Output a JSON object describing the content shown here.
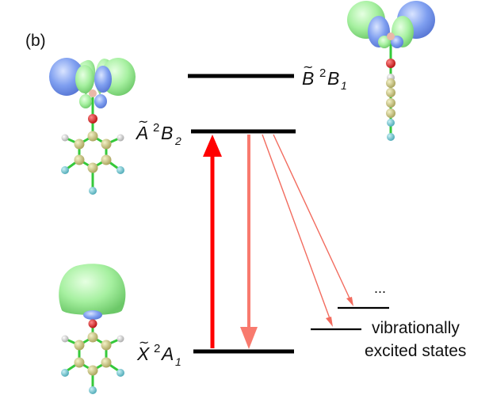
{
  "panel_label": "(b)",
  "states": {
    "excited_B": {
      "symbol": "B",
      "multiplicity": "2",
      "term": "B",
      "subscript": "1"
    },
    "excited_A": {
      "symbol": "A",
      "multiplicity": "2",
      "term": "B",
      "subscript": "2"
    },
    "ground_X": {
      "symbol": "X",
      "multiplicity": "2",
      "term": "A",
      "subscript": "1"
    }
  },
  "tilde_glyph": "~",
  "vibrational_label": [
    "vibrationally",
    "excited states"
  ],
  "ellipsis": "...",
  "colors": {
    "level": "#000000",
    "absorption": "#ff0000",
    "emission": "#f87a6e",
    "weak_emission": "#f26b5e",
    "orbital_green": "#a6f0a0",
    "orbital_blue": "#7b9cf0",
    "bond": "#35c93a",
    "carbon": "#c8c47a",
    "oxygen": "#e01a1a",
    "fluorine": "#6fc3cf",
    "hydrogen": "#e6e6e6"
  }
}
